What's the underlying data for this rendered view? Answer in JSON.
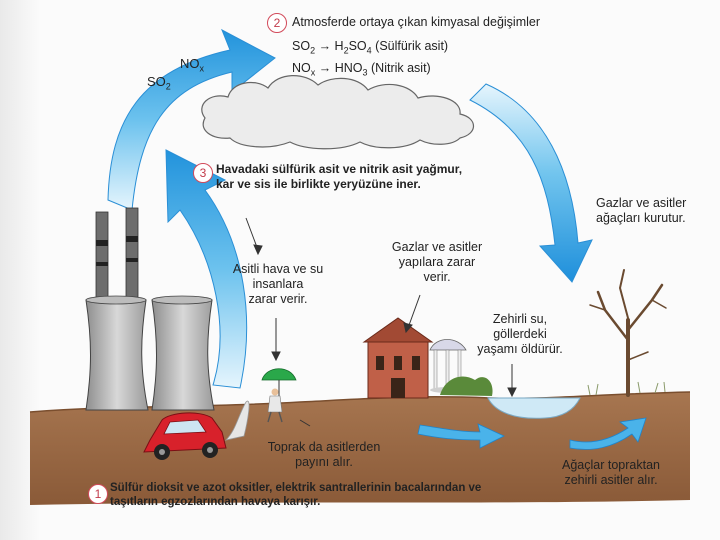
{
  "step2": {
    "number": "2",
    "title": "Atmosferde ortaya çıkan kimyasal değişimler",
    "eq1_reactant": "SO",
    "eq1_reactant_sub": "2",
    "eq1_arrow": "→",
    "eq1_product": "H",
    "eq1_product_sub1": "2",
    "eq1_product_mid": "SO",
    "eq1_product_sub2": "4",
    "eq1_name": "(Sülfürik asit)",
    "eq2_reactant": "NO",
    "eq2_reactant_sub": "x",
    "eq2_arrow": "→",
    "eq2_product": "HNO",
    "eq2_product_sub": "3",
    "eq2_name": "(Nitrik asit)"
  },
  "gases": {
    "so2": "SO",
    "so2_sub": "2",
    "nox": "NO",
    "nox_sub": "x"
  },
  "step3": {
    "number": "3",
    "line1": "Havadaki sülfürik asit ve nitrik asit yağmur,",
    "line2": "kar ve sis ile birlikte yeryüzüne iner."
  },
  "step1": {
    "number": "1",
    "line1": "Sülfür dioksit ve azot oksitler, elektrik santrallerinin bacalarından ve",
    "line2": "taşıtların egzozlarından havaya karışır."
  },
  "labels": {
    "people": [
      "Asitli hava ve su",
      "insanlara",
      "zarar verir."
    ],
    "buildings": [
      "Gazlar ve asitler",
      "yapılara zarar",
      "verir."
    ],
    "lake": [
      "Zehirli su,",
      "göllerdeki",
      "yaşamı öldürür."
    ],
    "trees": [
      "Gazlar ve asitler",
      "ağaçları kurutur."
    ],
    "soil": [
      "Toprak da asitlerden",
      "payını alır."
    ],
    "roots": [
      "Ağaçlar topraktan",
      "zehirli asitler alır."
    ]
  },
  "colors": {
    "arrow_blue": "#2f9fe0",
    "soil": "#9a6a45",
    "building": "#c06048",
    "car": "#d8212b",
    "number_ring": "#d24a5a"
  }
}
